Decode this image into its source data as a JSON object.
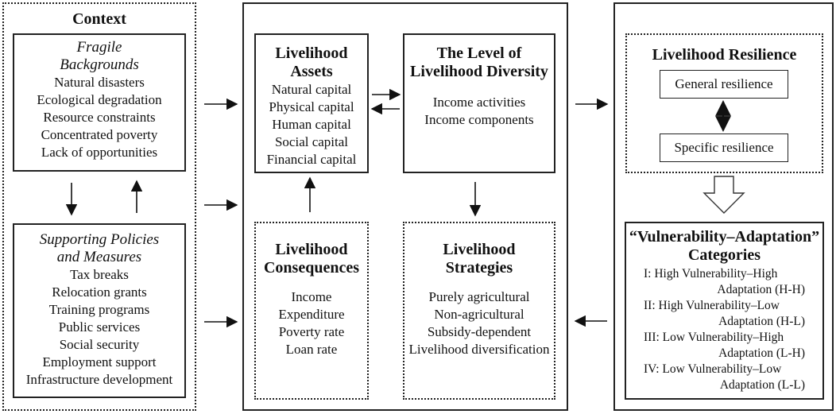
{
  "context": {
    "title": "Context",
    "fragile": {
      "title_line1": "Fragile",
      "title_line2": "Backgrounds",
      "items": [
        "Natural disasters",
        "Ecological degradation",
        "Resource constraints",
        "Concentrated poverty",
        "Lack of opportunities"
      ]
    },
    "policies": {
      "title_line1": "Supporting Policies",
      "title_line2": "and Measures",
      "items": [
        "Tax breaks",
        "Relocation grants",
        "Training programs",
        "Public services",
        "Social security",
        "Employment support",
        "Infrastructure development"
      ]
    }
  },
  "assets": {
    "title_line1": "Livelihood",
    "title_line2": "Assets",
    "items": [
      "Natural capital",
      "Physical capital",
      "Human capital",
      "Social capital",
      "Financial capital"
    ]
  },
  "diversity": {
    "title_line1": "The Level of",
    "title_line2": "Livelihood Diversity",
    "items": [
      "Income activities",
      "Income components"
    ]
  },
  "consequences": {
    "title_line1": "Livelihood",
    "title_line2": "Consequences",
    "items": [
      "Income",
      "Expenditure",
      "Poverty rate",
      "Loan rate"
    ]
  },
  "strategies": {
    "title_line1": "Livelihood",
    "title_line2": "Strategies",
    "items": [
      "Purely agricultural",
      "Non-agricultural",
      "Subsidy-dependent",
      "Livelihood diversification"
    ]
  },
  "resilience": {
    "title": "Livelihood Resilience",
    "general": "General resilience",
    "specific": "Specific resilience"
  },
  "categories": {
    "title_line1": "“Vulnerability–Adaptation”",
    "title_line2": "Categories",
    "items": [
      "I: High Vulnerability–High",
      "Adaptation (H-H)",
      "II: High Vulnerability–Low",
      "Adaptation (H-L)",
      "III: Low Vulnerability–High",
      "Adaptation (L-H)",
      "IV: Low Vulnerability–Low",
      "Adaptation (L-L)"
    ]
  }
}
